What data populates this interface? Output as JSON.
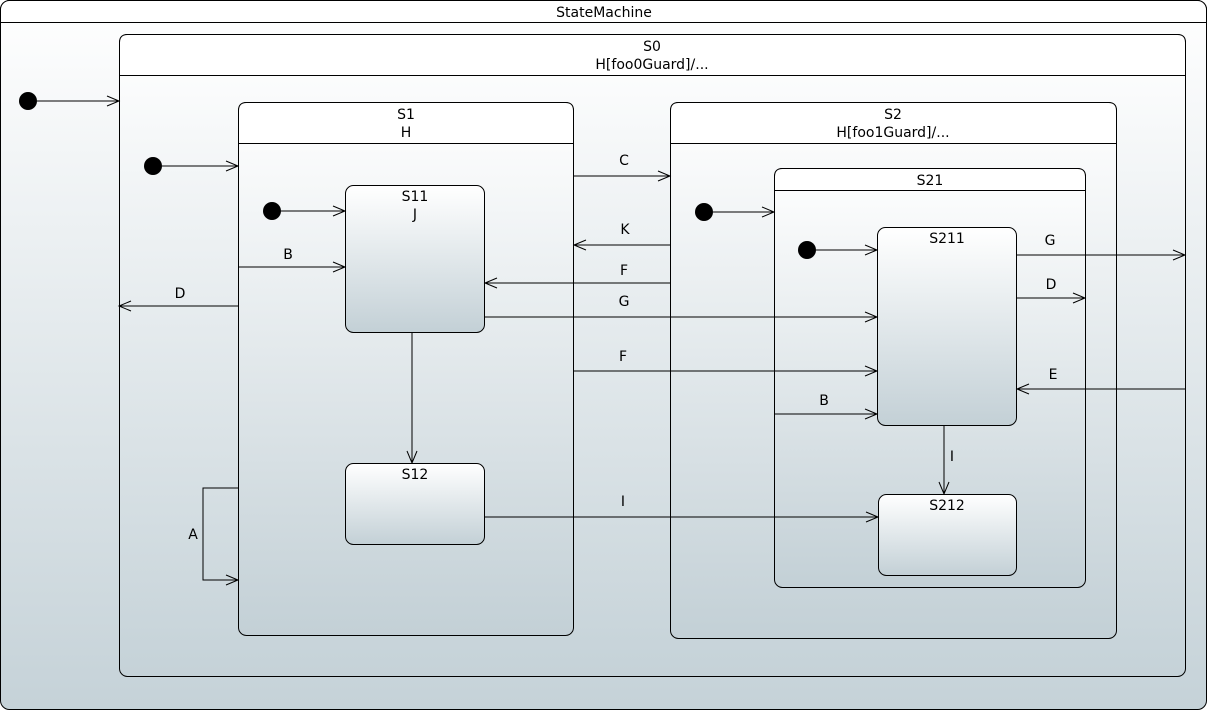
{
  "title": "StateMachine",
  "states": {
    "s0": {
      "name": "S0",
      "sub": "H[foo0Guard]/..."
    },
    "s1": {
      "name": "S1",
      "sub": "H"
    },
    "s11": {
      "name": "S11",
      "sub": "J"
    },
    "s12": {
      "name": "S12"
    },
    "s2": {
      "name": "S2",
      "sub": "H[foo1Guard]/..."
    },
    "s21": {
      "name": "S21"
    },
    "s211": {
      "name": "S211"
    },
    "s212": {
      "name": "S212"
    }
  },
  "transitions": {
    "c": "C",
    "k": "K",
    "f1": "F",
    "g1": "G",
    "f2": "F",
    "b1": "B",
    "d1": "D",
    "a": "A",
    "i1": "I",
    "g2": "G",
    "d2": "D",
    "e": "E",
    "b2": "B",
    "i2": "I"
  }
}
